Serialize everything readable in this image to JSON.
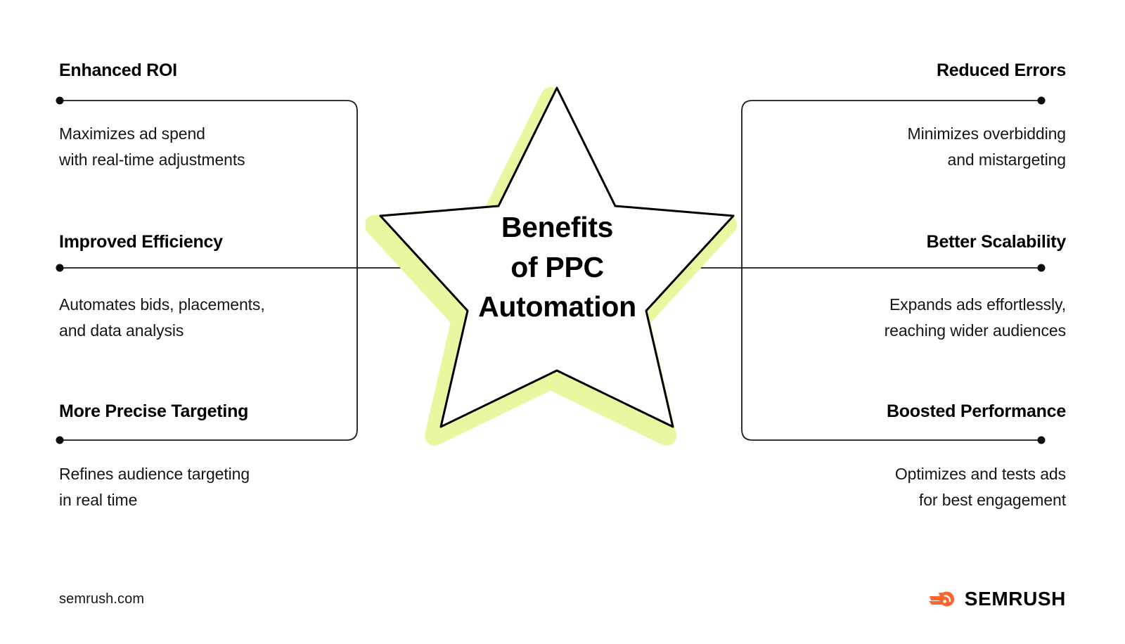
{
  "center": {
    "title_lines": [
      "Benefits",
      "of PPC",
      "Automation"
    ],
    "shape": "five-point-star",
    "shadow_color": "#E9F7A0",
    "outline_color": "#000000"
  },
  "colors": {
    "accent_green": "#E9F7A0",
    "brand_orange": "#FF642D",
    "text": "#000000",
    "body_text": "#161616",
    "line": "#1a1a1a",
    "background": "#FFFFFF"
  },
  "left_column": [
    {
      "heading": "Enhanced ROI",
      "body_lines": [
        "Maximizes ad spend",
        "with real-time adjustments"
      ]
    },
    {
      "heading": "Improved Efficiency",
      "body_lines": [
        "Automates bids, placements,",
        "and data analysis"
      ]
    },
    {
      "heading": "More Precise Targeting",
      "body_lines": [
        "Refines audience targeting",
        "in real time"
      ]
    }
  ],
  "right_column": [
    {
      "heading": "Reduced Errors",
      "body_lines": [
        "Minimizes overbidding",
        "and mistargeting"
      ]
    },
    {
      "heading": "Better Scalability",
      "body_lines": [
        "Expands ads effortlessly,",
        "reaching wider audiences"
      ]
    },
    {
      "heading": "Boosted Performance",
      "body_lines": [
        "Optimizes and tests ads",
        "for best engagement"
      ]
    }
  ],
  "footer": {
    "url": "semrush.com",
    "logo_text": "SEMRUSH",
    "logo_icon": "semrush-comet-icon"
  }
}
